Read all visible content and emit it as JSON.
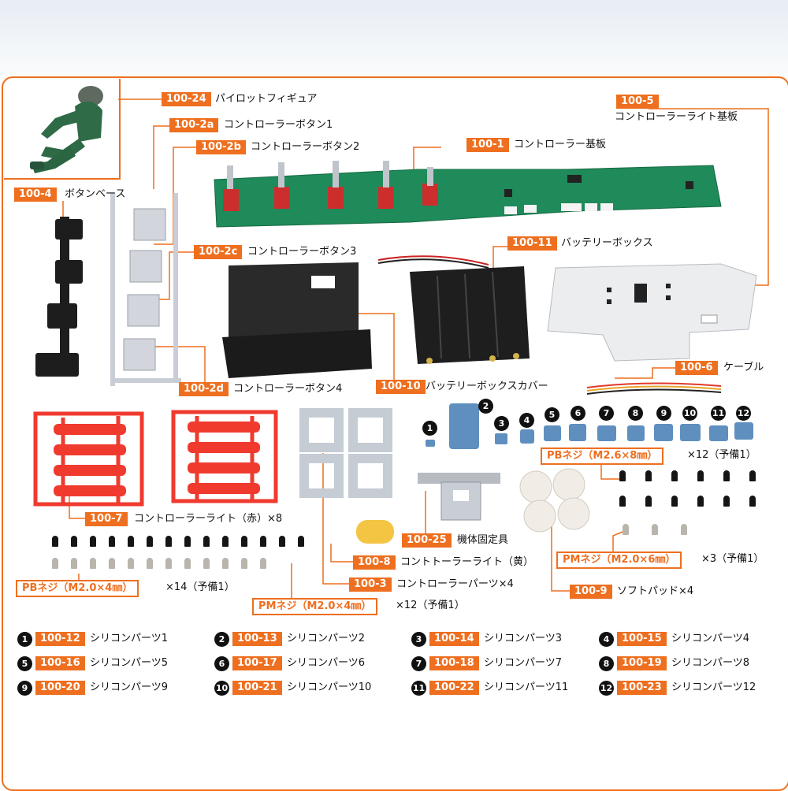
{
  "colors": {
    "accent": "#ee6f1f",
    "pcb": "#1f8a5a",
    "red_part": "#f03a2e",
    "battery": "#1a1a1a",
    "gray_part": "#c9ced6",
    "silicone": "#5f8fbf"
  },
  "parts": {
    "p24": {
      "code": "100-24",
      "name": "パイロットフィギュア"
    },
    "p5": {
      "code": "100-5",
      "name": "コントローラーライト基板"
    },
    "p2a": {
      "code": "100-2a",
      "name": "コントローラーボタン1"
    },
    "p2b": {
      "code": "100-2b",
      "name": "コントローラーボタン2"
    },
    "p1": {
      "code": "100-1",
      "name": "コントローラー基板"
    },
    "p4": {
      "code": "100-4",
      "name": "ボタンベース"
    },
    "p2c": {
      "code": "100-2c",
      "name": "コントローラーボタン3"
    },
    "p11": {
      "code": "100-11",
      "name": "バッテリーボックス"
    },
    "p6": {
      "code": "100-6",
      "name": "ケーブル"
    },
    "p2d": {
      "code": "100-2d",
      "name": "コントローラーボタン4"
    },
    "p10": {
      "code": "100-10",
      "name": "バッテリーボックスカバー"
    },
    "p7": {
      "code": "100-7",
      "name": "コントローラーライト（赤）×8"
    },
    "p25": {
      "code": "100-25",
      "name": "機体固定具"
    },
    "p8": {
      "code": "100-8",
      "name": "コントトーラーライト（黄）"
    },
    "p3": {
      "code": "100-3",
      "name": "コントローラーパーツ×4"
    },
    "p9": {
      "code": "100-9",
      "name": "ソフトパッド×4"
    }
  },
  "screws": {
    "pb26": {
      "label": "PBネジ（M2.6×8㎜）",
      "qty": "×12（予備1）"
    },
    "pm206": {
      "label": "PMネジ（M2.0×6㎜）",
      "qty": "×3（予備1）"
    },
    "pb204": {
      "label": "PBネジ（M2.0×4㎜）",
      "qty": "×14（予備1）"
    },
    "pm204": {
      "label": "PMネジ（M2.0×4㎜）",
      "qty": "×12（予備1）"
    }
  },
  "silicone_marks": [
    "1",
    "2",
    "3",
    "4",
    "5",
    "6",
    "7",
    "8",
    "9",
    "10",
    "11",
    "12"
  ],
  "legend": [
    {
      "num": "1",
      "code": "100-12",
      "name": "シリコンパーツ1"
    },
    {
      "num": "2",
      "code": "100-13",
      "name": "シリコンパーツ2"
    },
    {
      "num": "3",
      "code": "100-14",
      "name": "シリコンパーツ3"
    },
    {
      "num": "4",
      "code": "100-15",
      "name": "シリコンパーツ4"
    },
    {
      "num": "5",
      "code": "100-16",
      "name": "シリコンパーツ5"
    },
    {
      "num": "6",
      "code": "100-17",
      "name": "シリコンパーツ6"
    },
    {
      "num": "7",
      "code": "100-18",
      "name": "シリコンパーツ7"
    },
    {
      "num": "8",
      "code": "100-19",
      "name": "シリコンパーツ8"
    },
    {
      "num": "9",
      "code": "100-20",
      "name": "シリコンパーツ9"
    },
    {
      "num": "10",
      "code": "100-21",
      "name": "シリコンパーツ10"
    },
    {
      "num": "11",
      "code": "100-22",
      "name": "シリコンパーツ11"
    },
    {
      "num": "12",
      "code": "100-23",
      "name": "シリコンパーツ12"
    }
  ]
}
